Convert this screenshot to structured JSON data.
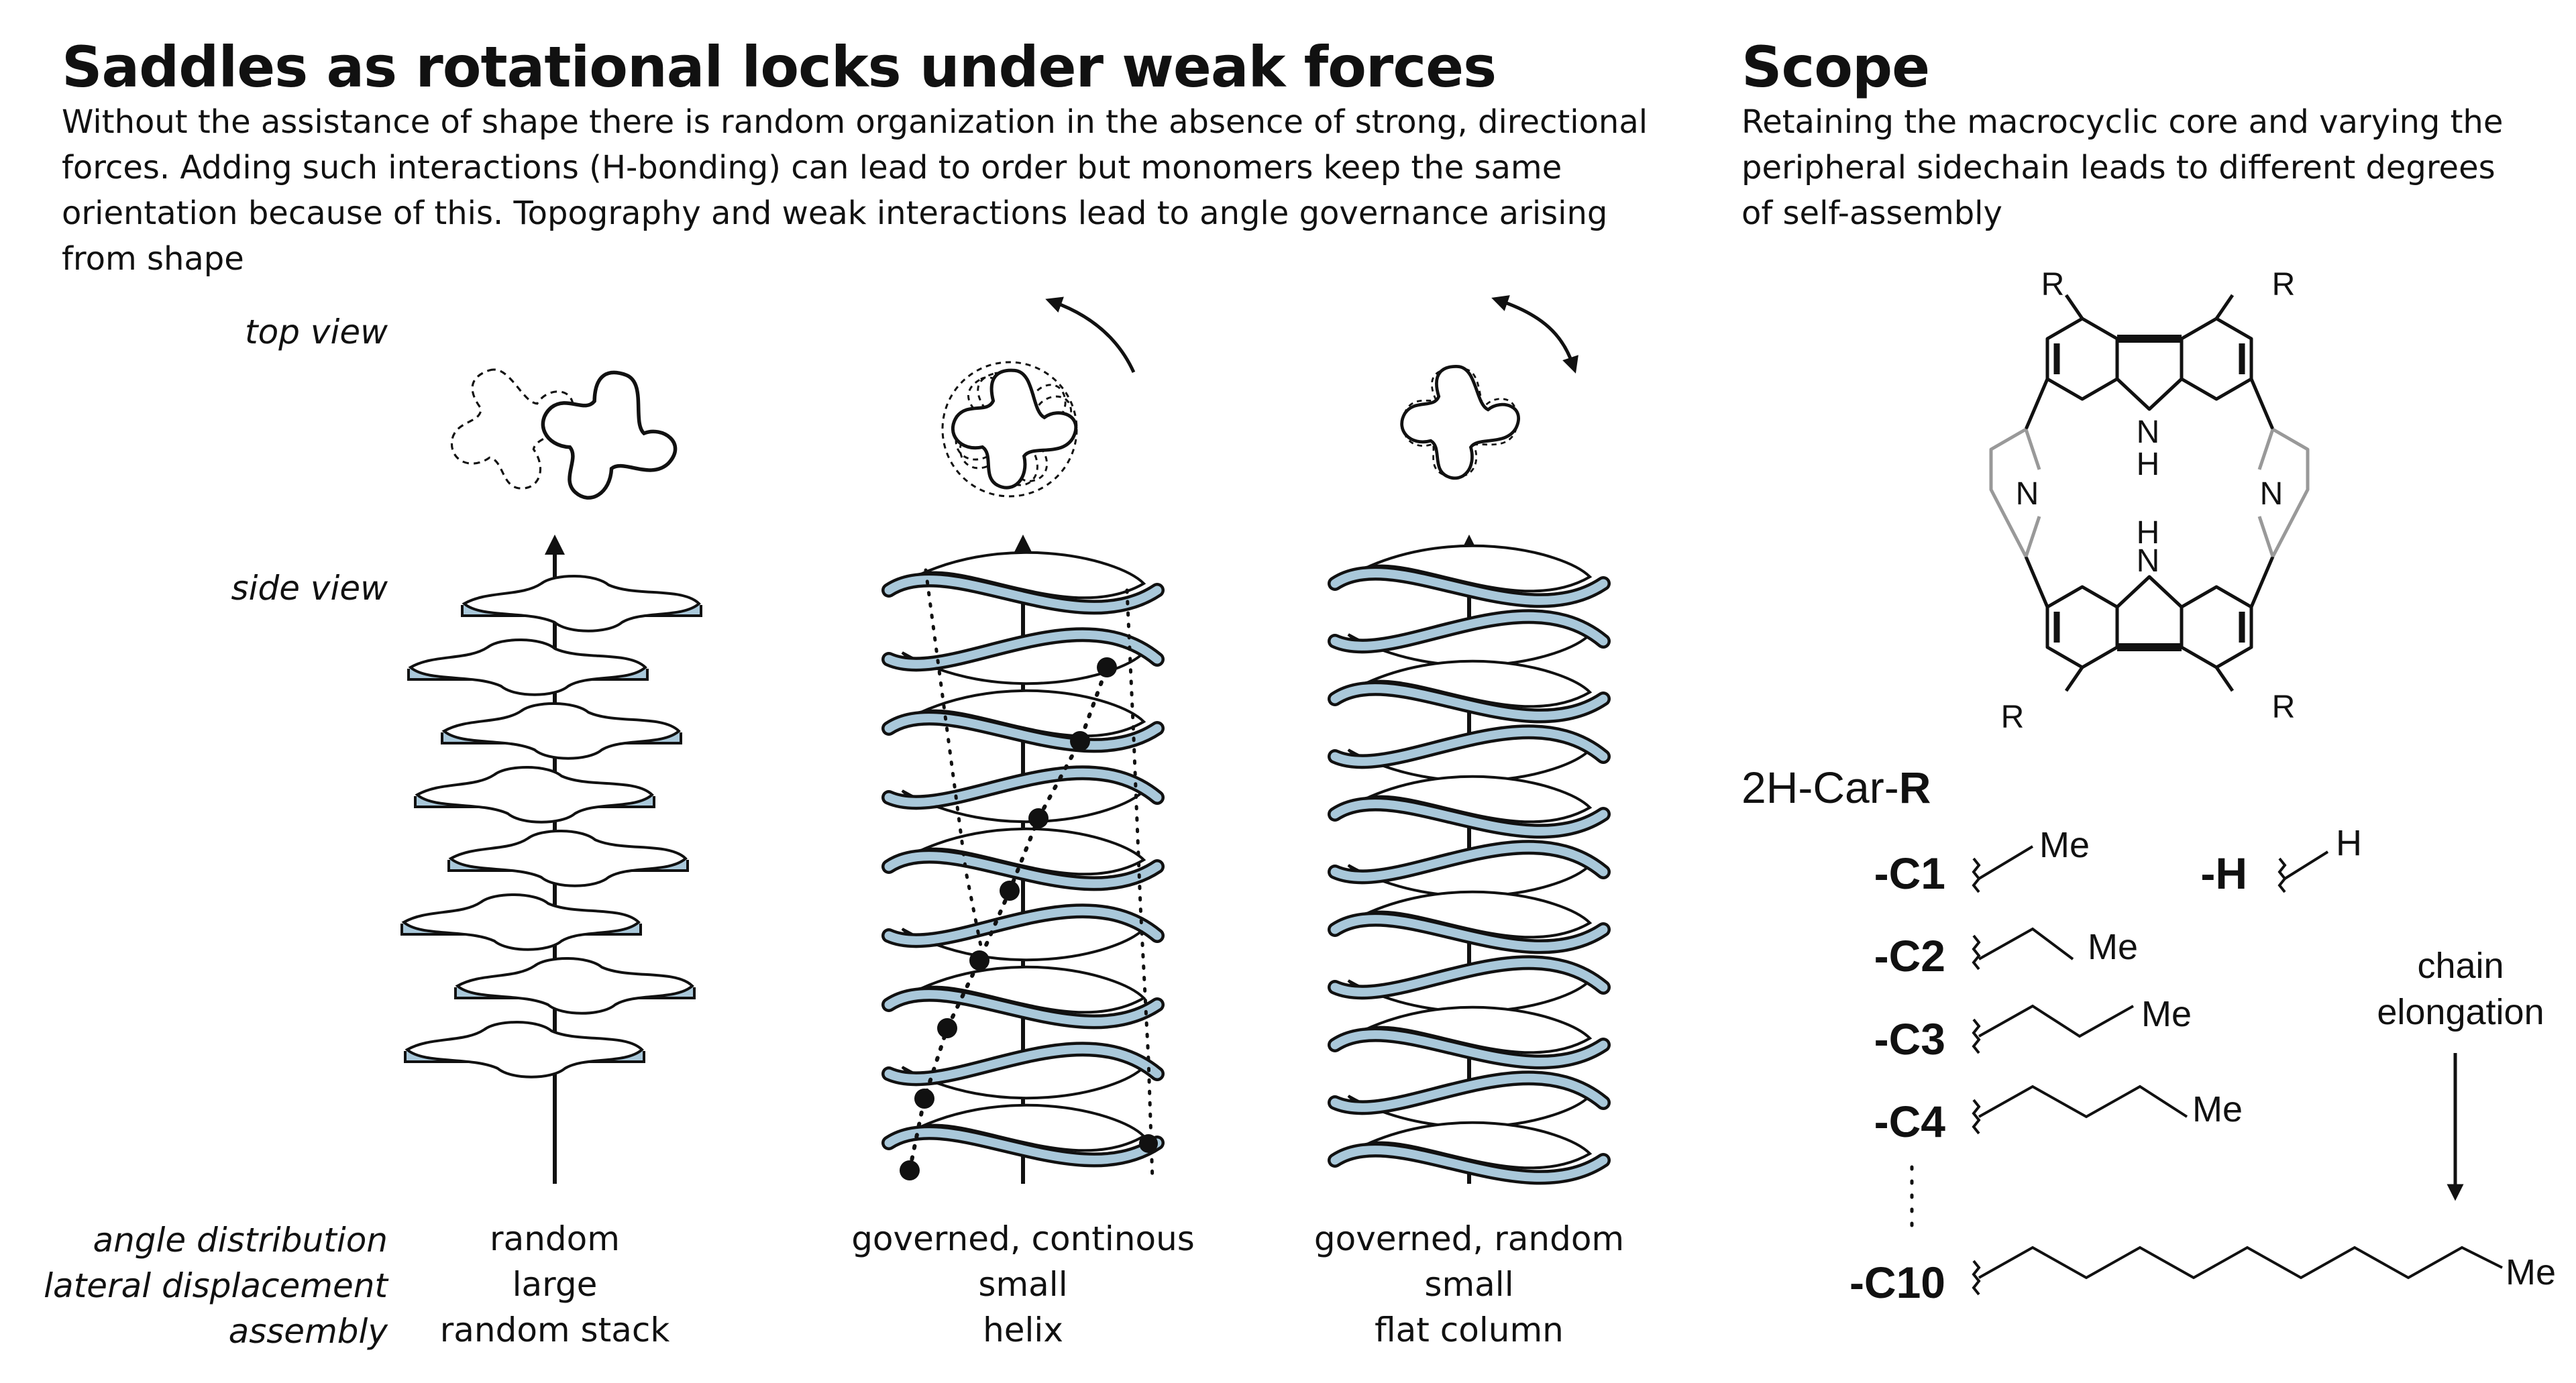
{
  "left": {
    "title": "Saddles as rotational locks under weak forces",
    "paragraph": "Without the assistance of shape there is random organization in the absence of strong, directional forces. Adding such interactions (H-bonding) can lead to order but monomers keep the same orientation because of this. Topography and weak interactions lead to angle governance arising from shape",
    "view_labels": {
      "top": "top view",
      "side": "side view"
    },
    "row_labels": [
      "angle distribution",
      "lateral displacement",
      "assembly"
    ],
    "columns": [
      {
        "values": [
          "random",
          "large",
          "random stack"
        ]
      },
      {
        "values": [
          "governed, continous",
          "small",
          "helix"
        ]
      },
      {
        "values": [
          "governed, random",
          "small",
          "flat column"
        ]
      }
    ]
  },
  "right": {
    "title": "Scope",
    "paragraph": "Retaining the macrocyclic core and varying the peripheral sidechain leads to different degrees of self-assembly",
    "structure": {
      "r": "R",
      "n": "N",
      "h": "H"
    },
    "compound": {
      "prefix": "2H-Car-",
      "suffix": "R"
    },
    "chains": [
      {
        "label": "-C1",
        "end": "Me"
      },
      {
        "label": "-C2",
        "end": "Me"
      },
      {
        "label": "-C3",
        "end": "Me"
      },
      {
        "label": "-C4",
        "end": "Me"
      },
      {
        "label": "-C10",
        "end": "Me"
      }
    ],
    "h_option": {
      "label": "-H",
      "end": "H"
    },
    "annotation": [
      "chain",
      "elongation"
    ]
  },
  "colors": {
    "ribbon": "#a9c8da",
    "pyridine": "#999999",
    "ink": "#111111"
  }
}
